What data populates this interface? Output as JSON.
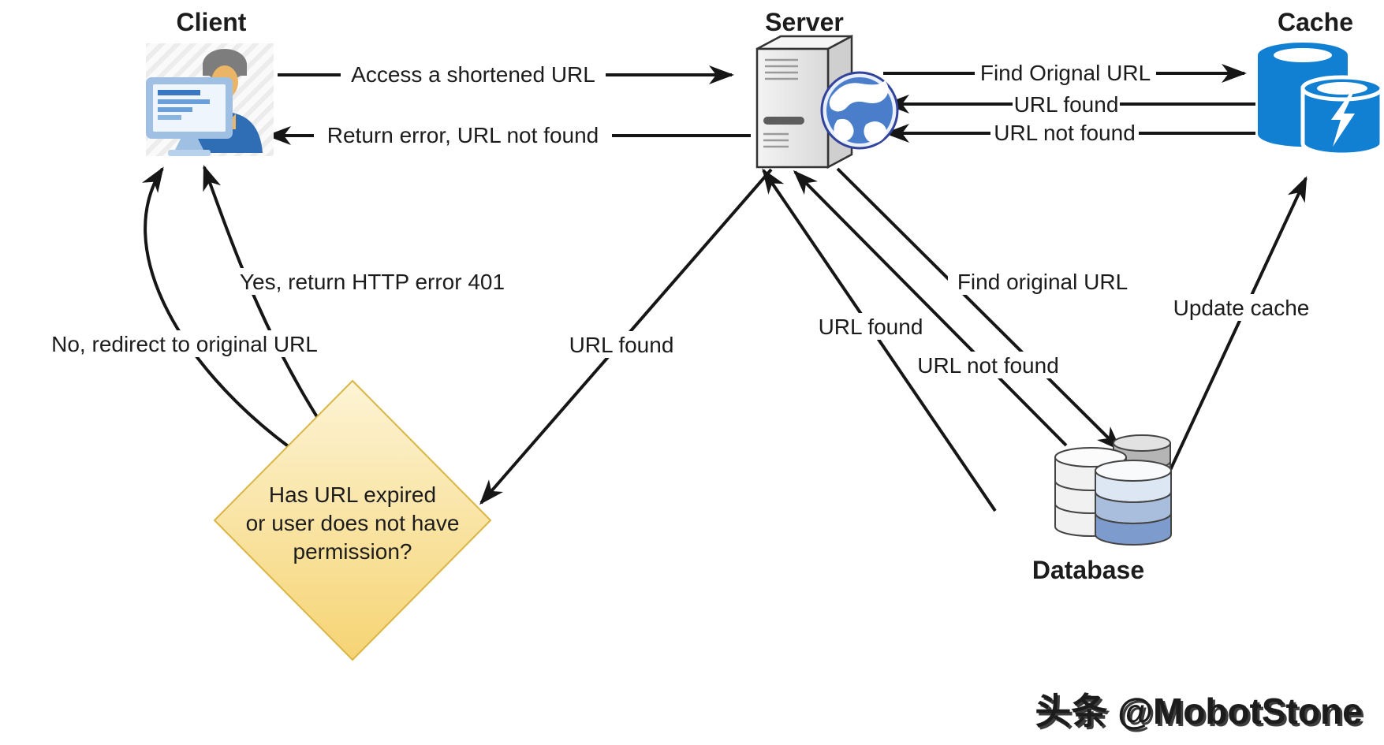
{
  "nodes": {
    "client": {
      "label": "Client"
    },
    "server": {
      "label": "Server"
    },
    "cache": {
      "label": "Cache"
    },
    "database": {
      "label": "Database"
    },
    "decision": {
      "line1": "Has URL expired",
      "line2": "or user does not have",
      "line3": "permission?"
    }
  },
  "edges": {
    "access": {
      "label": "Access a shortened URL",
      "from": "client",
      "to": "server"
    },
    "return_error": {
      "label": "Return error, URL not found",
      "from": "server",
      "to": "client"
    },
    "find_orignal": {
      "label": "Find Orignal URL",
      "from": "server",
      "to": "cache"
    },
    "cache_url_found": {
      "label": "URL found",
      "from": "cache",
      "to": "server"
    },
    "cache_url_not_found": {
      "label": "URL not found",
      "from": "cache",
      "to": "server"
    },
    "server_url_found": {
      "label": "URL found",
      "from": "server",
      "to": "decision"
    },
    "yes_branch": {
      "label": "Yes, return HTTP error 401",
      "from": "decision",
      "to": "client"
    },
    "no_branch": {
      "label": "No, redirect to original URL",
      "from": "decision",
      "to": "client"
    },
    "db_url_found": {
      "label": "URL found",
      "from": "database",
      "to": "server"
    },
    "db_url_not_found": {
      "label": "URL not found",
      "from": "database",
      "to": "server"
    },
    "find_original": {
      "label": "Find original URL",
      "from": "server",
      "to": "database"
    },
    "update_cache": {
      "label": "Update cache",
      "from": "database",
      "to": "cache"
    }
  },
  "watermark": "头条 @MobotStone",
  "colors": {
    "arrow": "#161616",
    "cache_blue": "#1280d2",
    "diamond_top": "#fdf4d5",
    "diamond_bottom": "#f6d474",
    "diamond_border": "#d9b545",
    "db_blue_light": "#dde7f3",
    "db_blue_mid": "#a9bedd",
    "db_blue_dark": "#7e9bce",
    "monitor_blue": "#9fc0e2",
    "shirt_blue": "#2f6db5",
    "globe_blue": "#4a7dca"
  }
}
